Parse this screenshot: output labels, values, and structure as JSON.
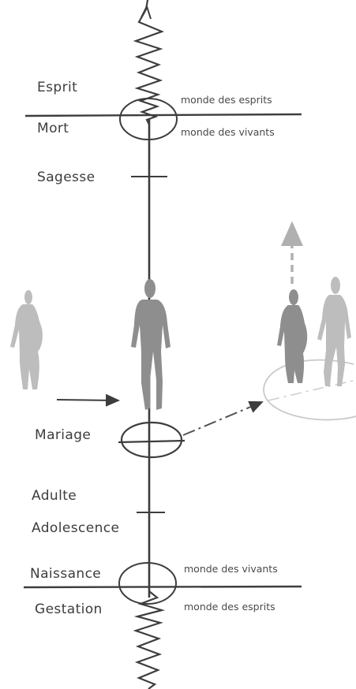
{
  "stages": {
    "esprit": "Esprit",
    "mort": "Mort",
    "sagesse": "Sagesse",
    "mariage": "Mariage",
    "adulte": "Adulte",
    "adolescence": "Adolescence",
    "naissance": "Naissance",
    "gestation": "Gestation"
  },
  "worlds": {
    "top_upper": "monde des esprits",
    "top_lower": "monde des vivants",
    "bottom_upper": "monde des vivants",
    "bottom_lower": "monde des esprits"
  },
  "colors": {
    "ink": "#3d3d3d",
    "figure_dark": "#8e8e8e",
    "figure_light": "#bdbdbd",
    "dashed": "#9b9b9b",
    "circle_faint": "#c9c9c9"
  }
}
